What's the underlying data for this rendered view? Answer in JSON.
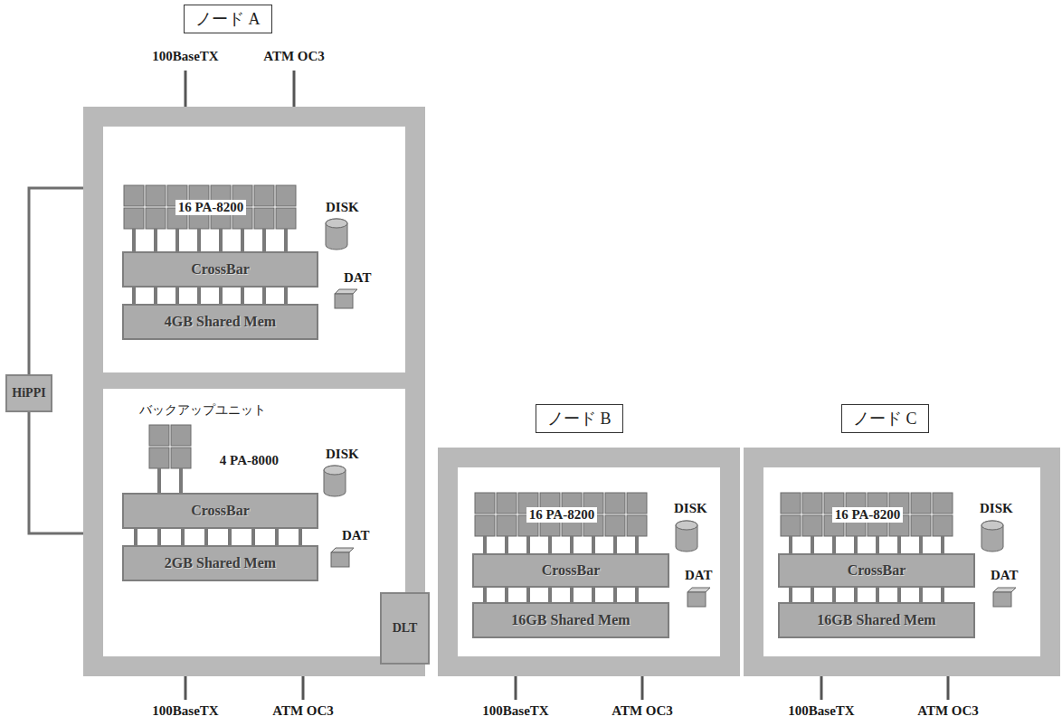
{
  "diagram": {
    "nodes": [
      {
        "text": [
          "ノード A"
        ]
      },
      {
        "text": [
          "16 PA-8200"
        ],
        "in": 0
      },
      {
        "text": [
          "CrossBar"
        ],
        "in": 0
      },
      {
        "text": [
          "4GB Shared Mem"
        ],
        "in": 0
      },
      {
        "text": [
          "バックアップユニット"
        ],
        "in": 0
      },
      {
        "text": [
          "4 PA-8000"
        ],
        "in": 4
      },
      {
        "text": [
          "CrossBar"
        ],
        "in": 4
      },
      {
        "text": [
          "2GB Shared Mem"
        ],
        "in": 4
      },
      {
        "text": [
          "DLT"
        ]
      },
      {
        "text": [
          "HiPPI"
        ]
      },
      {
        "text": [
          "ノード B"
        ]
      },
      {
        "text": [
          "16 PA-8200"
        ],
        "in": 10
      },
      {
        "text": [
          "CrossBar"
        ],
        "in": 10
      },
      {
        "text": [
          "16GB Shared Mem"
        ],
        "in": 10
      },
      {
        "text": [
          "ノード C"
        ]
      },
      {
        "text": [
          "16 PA-8200"
        ],
        "in": 14
      },
      {
        "text": [
          "CrossBar"
        ],
        "in": 14
      },
      {
        "text": [
          "16GB Shared Mem"
        ],
        "in": 14
      }
    ],
    "edges": [
      {
        "from": 9,
        "to": 0,
        "arrow": "none"
      },
      {
        "from": 9,
        "to": 0,
        "arrow": "none"
      }
    ],
    "labels": [
      "100BaseTX",
      "ATM OC3",
      "DISK",
      "DAT",
      "DISK",
      "DAT",
      "DISK",
      "DAT",
      "DISK",
      "DAT",
      "100BaseTX",
      "ATM OC3",
      "100BaseTX",
      "ATM OC3",
      "100BaseTX",
      "ATM OC3"
    ]
  }
}
